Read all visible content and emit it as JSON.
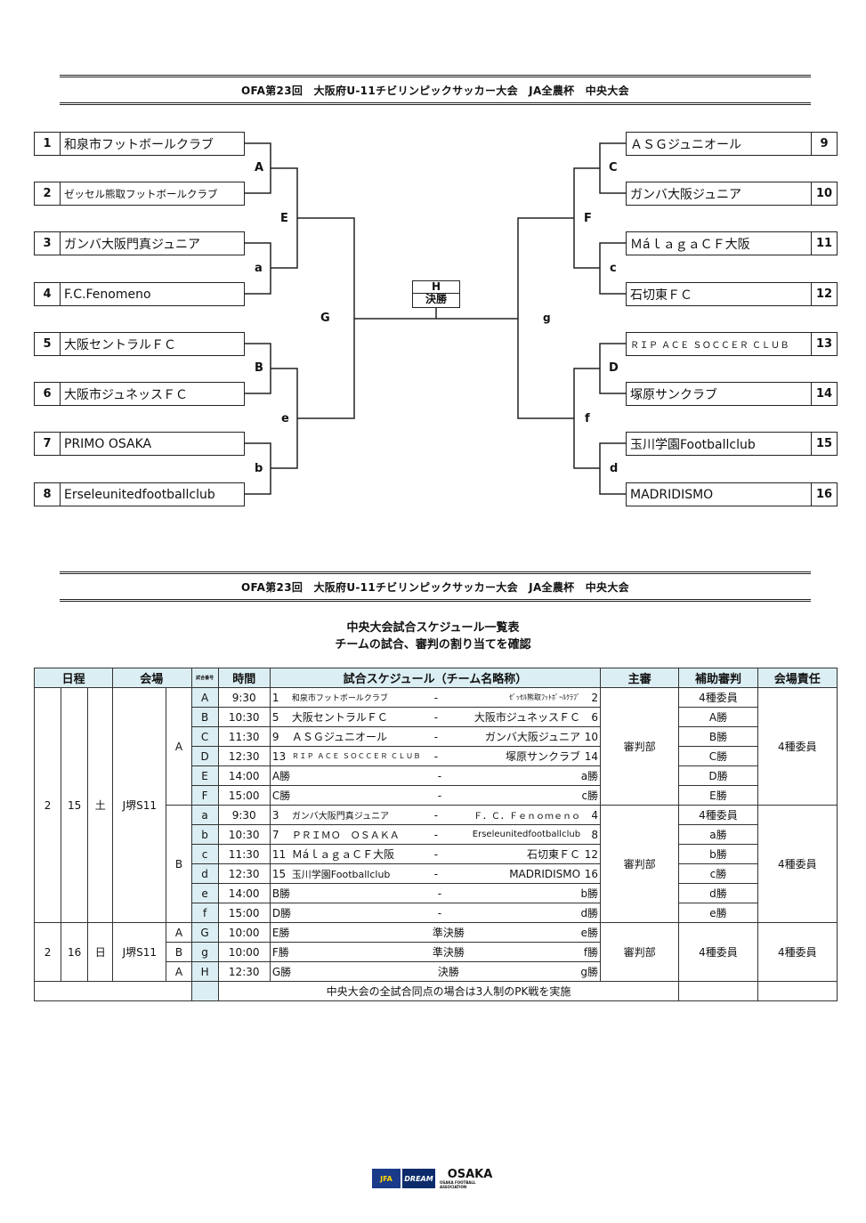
{
  "title": "OFA第23回　大阪府U-11チビリンピックサッカー大会　JA全農杯　中央大会",
  "title2": "OFA第23回　大阪府U-11チビリンピックサッカー大会　JA全農杯　中央大会",
  "bracket": {
    "left_teams": [
      {
        "num": "1",
        "name": "和泉市フットボールクラブ"
      },
      {
        "num": "2",
        "name": "ゼッセル熊取フットボールクラブ"
      },
      {
        "num": "3",
        "name": "ガンバ大阪門真ジュニア"
      },
      {
        "num": "4",
        "name": "F.C.Fenomeno"
      },
      {
        "num": "5",
        "name": "大阪セントラルＦＣ"
      },
      {
        "num": "6",
        "name": "大阪市ジュネッスＦＣ"
      },
      {
        "num": "7",
        "name": "PRIMO  OSAKA"
      },
      {
        "num": "8",
        "name": "Erseleunitedfootballclub"
      }
    ],
    "right_teams": [
      {
        "num": "9",
        "name": "ＡＳＧジュニオール"
      },
      {
        "num": "10",
        "name": "ガンバ大阪ジュニア"
      },
      {
        "num": "11",
        "name": "ＭáｌａｇａＣＦ大阪"
      },
      {
        "num": "12",
        "name": "石切東ＦＣ"
      },
      {
        "num": "13",
        "name": "ＲＩＰ ＡＣＥ ＳＯＣＣＥＲ ＣＬＵＢ"
      },
      {
        "num": "14",
        "name": "塚原サンクラブ"
      },
      {
        "num": "15",
        "name": "玉川学園Footballclub"
      },
      {
        "num": "16",
        "name": "MADRIDISMO"
      }
    ],
    "labels": {
      "A": "A",
      "a": "a",
      "B": "B",
      "b": "b",
      "E": "E",
      "e": "e",
      "G": "G",
      "C": "C",
      "c": "c",
      "D": "D",
      "d": "d",
      "F": "F",
      "f": "f",
      "g": "g",
      "H": "H",
      "final": "決勝"
    }
  },
  "schedule": {
    "subtitle1": "中央大会試合スケジュール一覧表",
    "subtitle2": "チームの試合、審判の割り当てを確認",
    "headers": {
      "date": "日程",
      "venue": "会場",
      "match_no": "試合番号",
      "time": "時間",
      "match": "試合スケジュール（チーム名略称）",
      "referee": "主審",
      "assistant": "補助審判",
      "responsible": "会場責任"
    },
    "day1": {
      "month": "2",
      "day": "15",
      "weekday": "土",
      "venue": "J堺S11",
      "court_A": "A",
      "court_B": "B",
      "referee_A": "審判部",
      "referee_B": "審判部",
      "resp_A": "4種委員",
      "resp_B": "4種委員"
    },
    "day2": {
      "month": "2",
      "day": "16",
      "weekday": "日",
      "venue": "J堺S11",
      "referee": "審判部",
      "assistant": "4種委員",
      "resp": "4種委員"
    },
    "rows1": [
      {
        "code": "A",
        "time": "9:30",
        "h": "1",
        "t1": "和泉市フットボールクラブ",
        "t2": "ｾﾞｯｾﾙ熊取ﾌｯﾄﾎﾞｰﾙｸﾗﾌﾞ",
        "a": "2",
        "assist": "4種委員"
      },
      {
        "code": "B",
        "time": "10:30",
        "h": "5",
        "t1": "大阪セントラルＦＣ",
        "t2": "大阪市ジュネッスＦＣ",
        "a": "6",
        "assist": "A勝"
      },
      {
        "code": "C",
        "time": "11:30",
        "h": "9",
        "t1": "ＡＳＧジュニオール",
        "t2": "ガンバ大阪ジュニア",
        "a": "10",
        "assist": "B勝"
      },
      {
        "code": "D",
        "time": "12:30",
        "h": "13",
        "t1": "ＲＩＰ ＡＣＥ ＳＯＣＣＥＲ ＣＬＵＢ",
        "t2": "塚原サンクラブ",
        "a": "14",
        "assist": "C勝"
      },
      {
        "code": "E",
        "time": "14:00",
        "h": "A勝",
        "t1": "",
        "t2": "",
        "a": "a勝",
        "assist": "D勝"
      },
      {
        "code": "F",
        "time": "15:00",
        "h": "C勝",
        "t1": "",
        "t2": "",
        "a": "c勝",
        "assist": "E勝"
      }
    ],
    "rows2": [
      {
        "code": "a",
        "time": "9:30",
        "h": "3",
        "t1": "ガンバ大阪門真ジュニア",
        "t2": "Ｆ．Ｃ．Ｆｅｎｏｍｅｎｏ",
        "a": "4",
        "assist": "4種委員"
      },
      {
        "code": "b",
        "time": "10:30",
        "h": "7",
        "t1": "ＰＲＩＭＯ　ＯＳＡＫＡ",
        "t2": "Erseleunitedfootballclub",
        "a": "8",
        "assist": "a勝"
      },
      {
        "code": "c",
        "time": "11:30",
        "h": "11",
        "t1": "ＭáｌａｇａＣＦ大阪",
        "t2": "石切東ＦＣ",
        "a": "12",
        "assist": "b勝"
      },
      {
        "code": "d",
        "time": "12:30",
        "h": "15",
        "t1": "玉川学園Footballclub",
        "t2": "MADRIDISMO",
        "a": "16",
        "assist": "c勝"
      },
      {
        "code": "e",
        "time": "14:00",
        "h": "B勝",
        "t1": "",
        "t2": "",
        "a": "b勝",
        "assist": "d勝"
      },
      {
        "code": "f",
        "time": "15:00",
        "h": "D勝",
        "t1": "",
        "t2": "",
        "a": "d勝",
        "assist": "e勝"
      }
    ],
    "rows3": [
      {
        "court": "A",
        "code": "G",
        "time": "10:00",
        "h": "E勝",
        "mid": "準決勝",
        "a": "e勝"
      },
      {
        "court": "B",
        "code": "g",
        "time": "10:00",
        "h": "F勝",
        "mid": "準決勝",
        "a": "f勝"
      },
      {
        "court": "A",
        "code": "H",
        "time": "12:30",
        "h": "G勝",
        "mid": "決勝",
        "a": "g勝"
      }
    ],
    "dash": "-",
    "note": "中央大会の全試合同点の場合は3人制のPK戦を実施"
  },
  "footer": {
    "logo1": "JFA",
    "logo2": "DREAM",
    "logo3": "OSAKA",
    "logo3_sub": "OSAKA FOOTBALL ASSOCIATION"
  }
}
